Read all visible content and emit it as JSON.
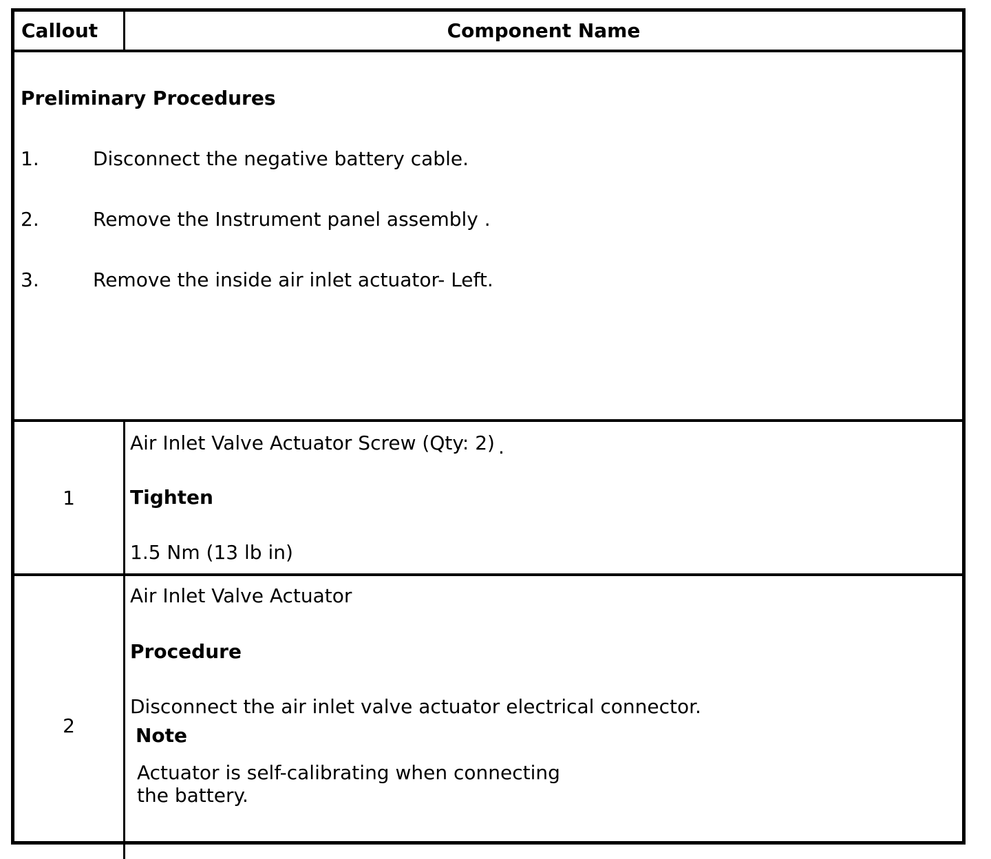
{
  "colors": {
    "border": "#000000",
    "text": "#000000",
    "background": "#ffffff"
  },
  "table": {
    "header": {
      "callout": "Callout",
      "component": "Component Name"
    },
    "preliminary": {
      "title": "Preliminary Procedures",
      "steps": [
        {
          "num": "1.",
          "text": "Disconnect the negative battery cable."
        },
        {
          "num": "2.",
          "text": "Remove the Instrument panel assembly ."
        },
        {
          "num": "3.",
          "text": "Remove the inside air inlet actuator- Left."
        }
      ]
    },
    "rows": [
      {
        "callout": "1",
        "component": "Air Inlet Valve Actuator Screw (Qty: 2)",
        "component_period": ".",
        "action_label": "Tighten",
        "torque": "1.5 Nm (13 lb in)"
      },
      {
        "callout": "2",
        "component": "Air Inlet Valve Actuator",
        "procedure_label": "Procedure",
        "procedure_text": "Disconnect the air inlet valve actuator electrical connector.",
        "note_label": "Note",
        "note_line1": "Actuator is self-calibrating when connecting",
        "note_line2": "the battery."
      }
    ]
  }
}
